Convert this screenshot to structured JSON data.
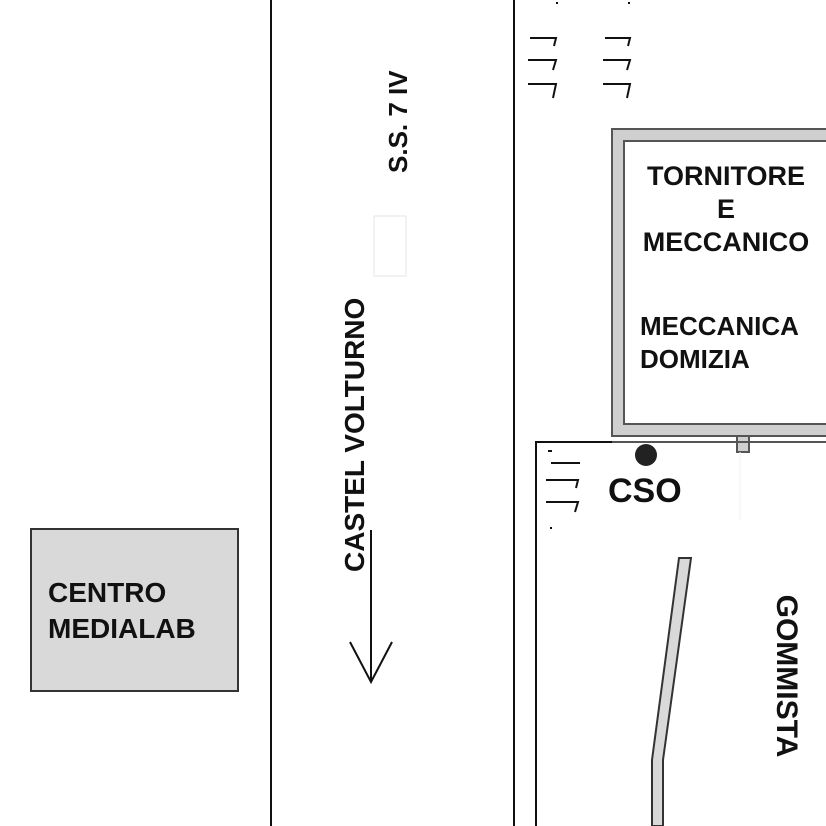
{
  "road": {
    "name": "S.S. 7 IV",
    "direction": "CASTEL VOLTURNO"
  },
  "buildings": {
    "tornitore": [
      "TORNITORE",
      "E",
      "MECCANICO"
    ],
    "meccanica": [
      "MECCANICA",
      "DOMIZIA"
    ],
    "gommista": "GOMMISTA",
    "centro": [
      "CENTRO",
      "MEDIALAB"
    ]
  },
  "marker": {
    "label": "CSO"
  },
  "colors": {
    "line": "#111111",
    "building_fill": "#d9d9d9",
    "building_border": "#444444",
    "marker": "#222222"
  }
}
